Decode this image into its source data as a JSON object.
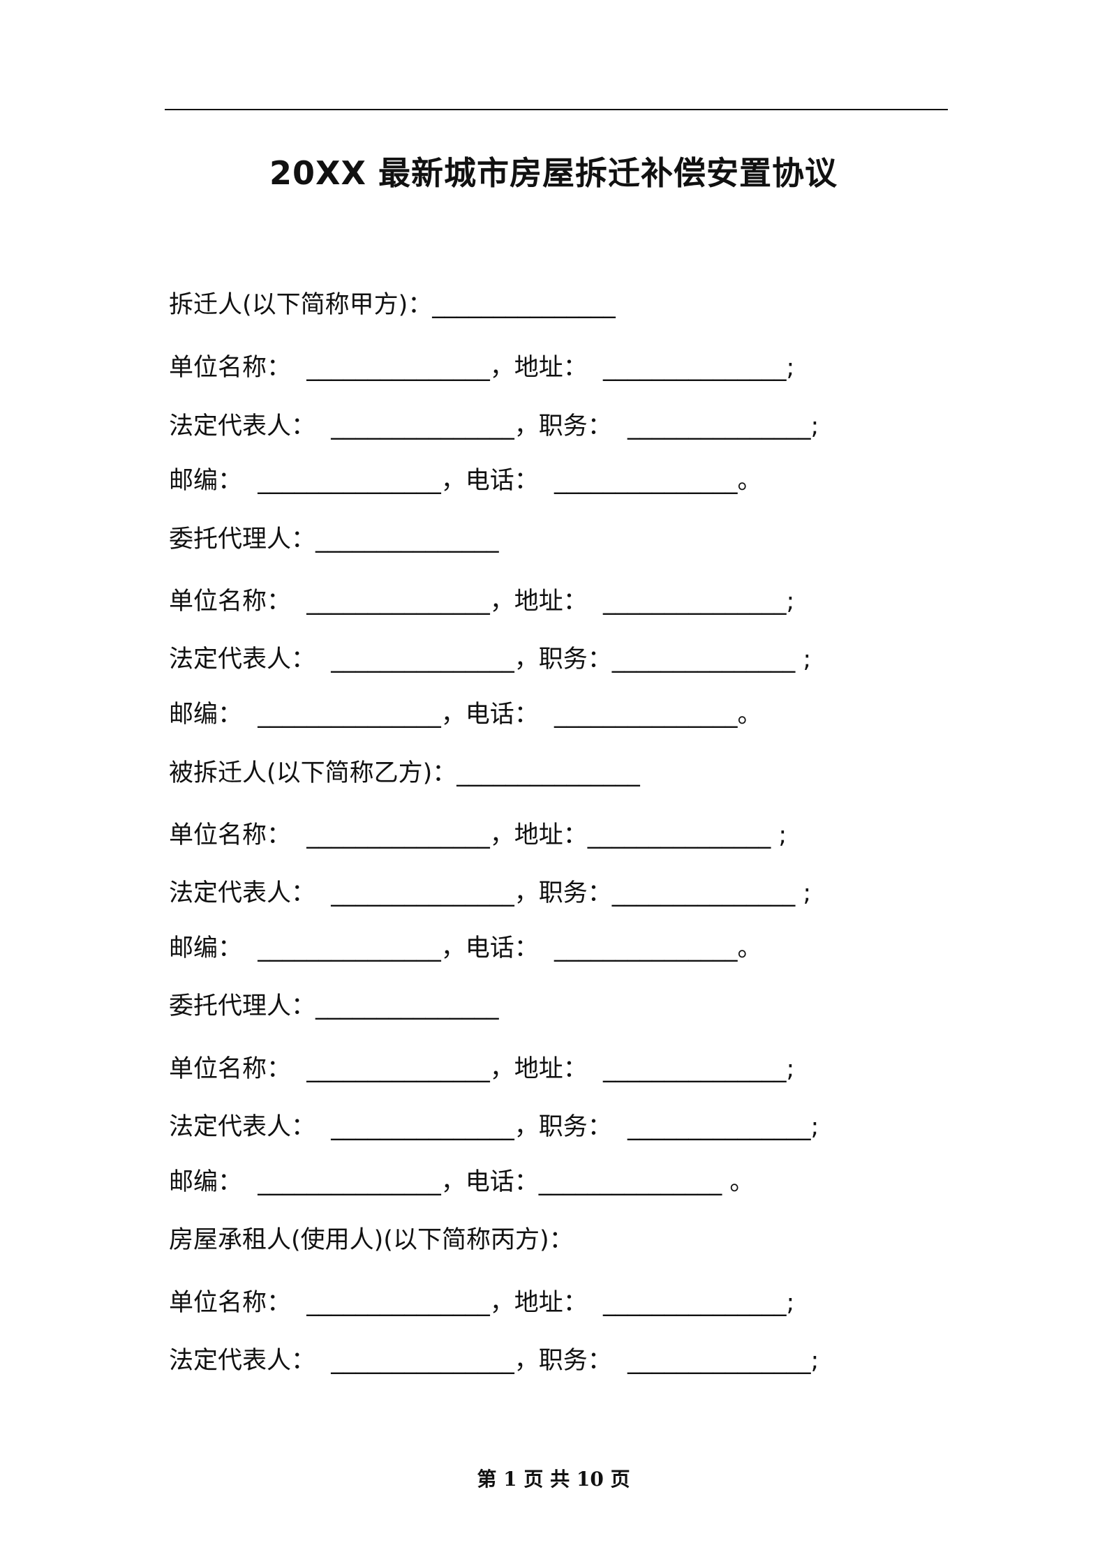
{
  "document": {
    "title": "20XX 最新城市房屋拆迁补偿安置协议",
    "lines": [
      "拆迁人(以下简称甲方)：_______________",
      "单位名称：  _______________，地址：  _______________;",
      "法定代表人：  _______________，职务：  _______________;",
      "邮编：  _______________，电话：  _______________。",
      "委托代理人：_______________",
      "单位名称：  _______________，地址：  _______________;",
      "法定代表人：  _______________，职务：_______________ ;",
      "邮编：  _______________，电话：  _______________。",
      "被拆迁人(以下简称乙方)：_______________",
      "单位名称：  _______________，地址：_______________ ;",
      "法定代表人：  _______________，职务：_______________ ;",
      "邮编：  _______________，电话：  _______________。",
      "委托代理人：_______________",
      "单位名称：  _______________，地址：  _______________;",
      "法定代表人：  _______________，职务：  _______________;",
      "邮编：  _______________，电话：_______________ 。",
      "房屋承租人(使用人)(以下简称丙方)：",
      "单位名称：  _______________，地址：  _______________;",
      "法定代表人：  _______________，职务：  _______________;"
    ],
    "footer": "第 1 页 共 10 页"
  }
}
